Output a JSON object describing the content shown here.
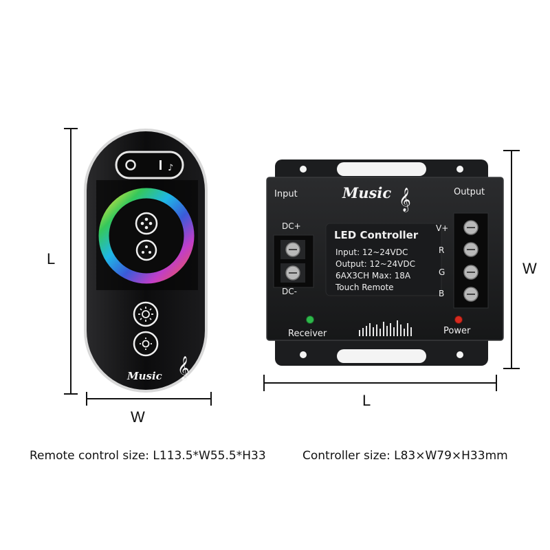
{
  "remote": {
    "brand": "Music",
    "power_off_glyph": "O",
    "power_on_glyph": "I",
    "dim_length": "L",
    "dim_width": "W",
    "caption": "Remote control size: L113.5*W55.5*H33"
  },
  "controller": {
    "brand": "Music",
    "title": "LED Controller",
    "input_label": "Input",
    "output_label": "Output",
    "dc_plus": "DC+",
    "dc_minus": "DC-",
    "spec_input": "Input: 12~24VDC",
    "spec_output": "Output: 12~24VDC",
    "spec_current": "6AX3CH  Max: 18A",
    "spec_remote": "Touch Remote",
    "terminals": [
      "V+",
      "R",
      "G",
      "B"
    ],
    "receiver_label": "Receiver",
    "power_label": "Power",
    "dim_length": "L",
    "dim_width": "W",
    "caption": "Controller size: L83×W79×H33mm",
    "colors": {
      "body": "#1e1f21",
      "receiver_led": "#2db84a",
      "power_led": "#d62a1f"
    }
  }
}
